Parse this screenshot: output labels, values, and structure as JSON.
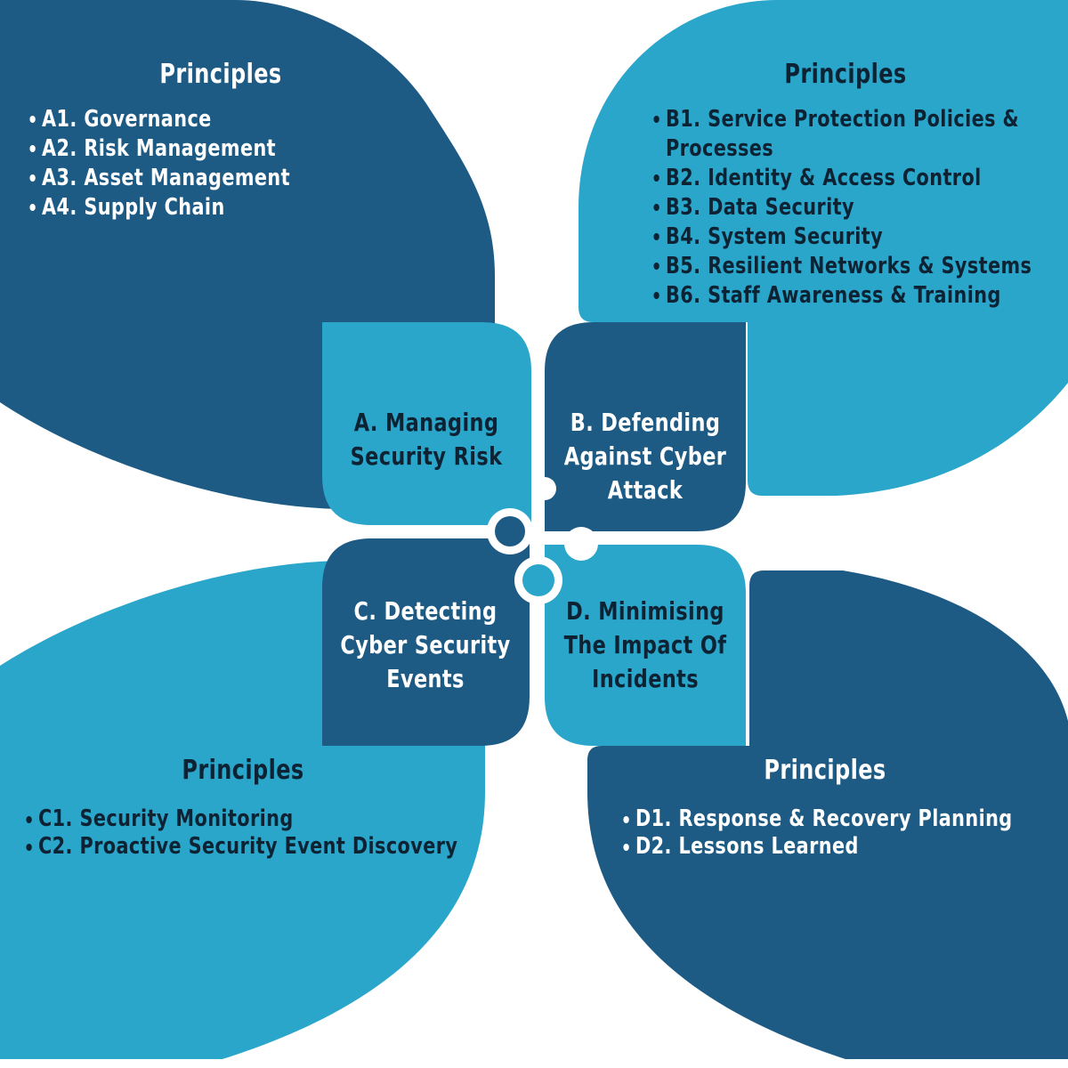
{
  "title": "NCSC Cyber Assessment Framework objectives and principles puzzle diagram",
  "colors": {
    "dark_blue": "#1d5b85",
    "light_blue": "#2aa6cb",
    "navy_text": "#0d2334",
    "white": "#ffffff"
  },
  "quadrants": {
    "top_left": {
      "title": "Principles",
      "items": [
        [
          "A1. Governance"
        ],
        [
          "A2. Risk Management"
        ],
        [
          "A3. Asset Management"
        ],
        [
          "A4. Supply Chain"
        ]
      ]
    },
    "top_right": {
      "title": "Principles",
      "items": [
        [
          "B1. Service Protection Policies &",
          "Processes"
        ],
        [
          "B2. Identity & Access Control"
        ],
        [
          "B3. Data Security"
        ],
        [
          "B4. System Security"
        ],
        [
          "B5. Resilient Networks & Systems"
        ],
        [
          "B6. Staff Awareness & Training"
        ]
      ]
    },
    "bottom_left": {
      "title": "Principles",
      "items": [
        [
          "C1. Security Monitoring"
        ],
        [
          "C2. Proactive Security Event Discovery"
        ]
      ]
    },
    "bottom_right": {
      "title": "Principles",
      "items": [
        [
          "D1. Response & Recovery Planning"
        ],
        [
          "D2. Lessons Learned"
        ]
      ]
    }
  },
  "tiles": {
    "a": {
      "lines": [
        "A. Managing",
        "Security Risk"
      ]
    },
    "b": {
      "lines": [
        "B. Defending",
        "Against Cyber",
        "Attack"
      ]
    },
    "c": {
      "lines": [
        "C. Detecting",
        "Cyber Security",
        "Events"
      ]
    },
    "d": {
      "lines": [
        "D. Minimising",
        "The Impact Of",
        "Incidents"
      ]
    }
  }
}
